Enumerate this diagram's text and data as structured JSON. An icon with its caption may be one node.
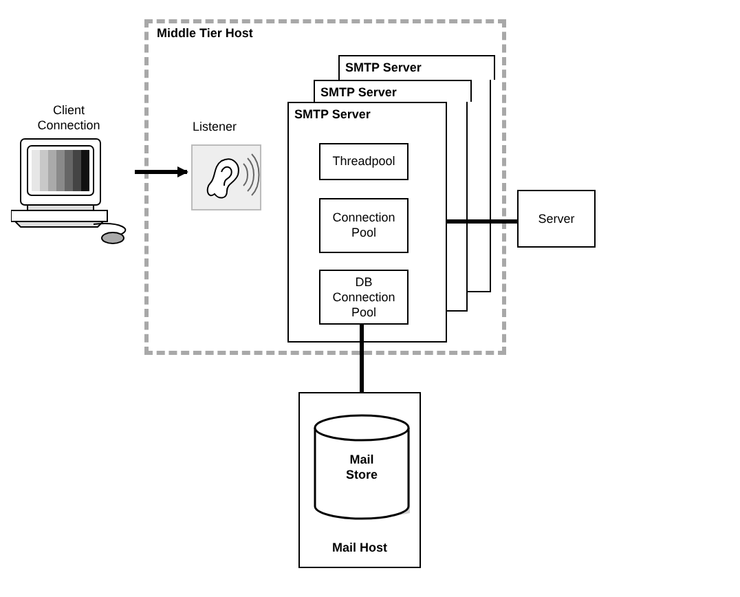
{
  "diagram": {
    "nodes": [
      {
        "text": [
          "Middle Tier Host"
        ]
      },
      {
        "text": [
          "Client Connection"
        ]
      },
      {
        "text": [
          "Listener"
        ],
        "in": 0
      },
      {
        "text": [
          "SMTP Server"
        ],
        "in": 0
      },
      {
        "text": [
          "SMTP Server"
        ],
        "in": 0
      },
      {
        "text": [
          "SMTP Server"
        ],
        "in": 0
      },
      {
        "text": [
          "Threadpool"
        ],
        "in": 5
      },
      {
        "text": [
          "Connection Pool"
        ],
        "in": 5
      },
      {
        "text": [
          "DB Connection Pool"
        ],
        "in": 5
      },
      {
        "text": [
          "Server"
        ]
      },
      {
        "text": [
          "Mail Host"
        ]
      },
      {
        "text": [
          "Mail Store"
        ],
        "in": 10
      }
    ],
    "edges": [
      {
        "from": 1,
        "to": 2,
        "arrow": "to"
      },
      {
        "from": 5,
        "to": 9,
        "arrow": "none"
      },
      {
        "from": 8,
        "to": 10,
        "arrow": "none"
      }
    ]
  }
}
